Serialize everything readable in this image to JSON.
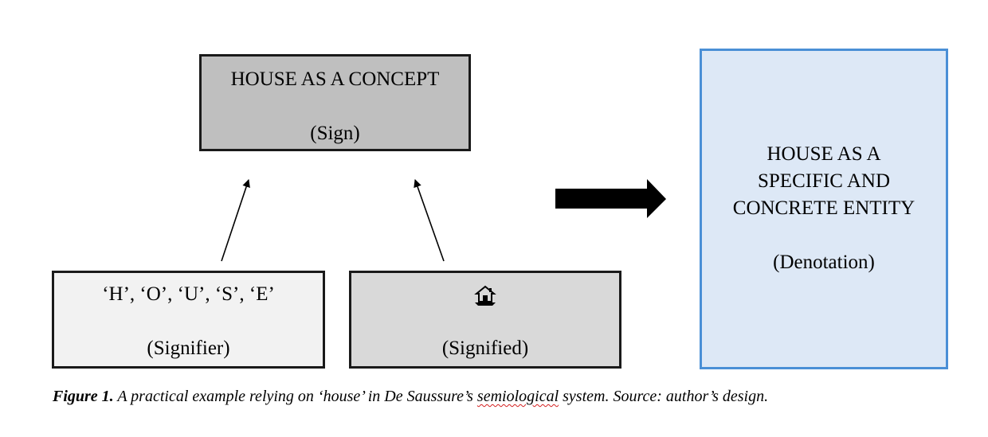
{
  "sign_box": {
    "line1": "HOUSE AS A CONCEPT",
    "line2": "(Sign)"
  },
  "signifier_box": {
    "line1": "‘H’, ‘O’, ‘U’, ‘S’, ‘E’",
    "line2": "(Signifier)",
    "fill": "#f2f2f2"
  },
  "signified_box": {
    "icon": "house-icon",
    "line2": "(Signified)",
    "fill": "#d9d9d9"
  },
  "denotation_box": {
    "line1": "HOUSE AS A",
    "line2": "SPECIFIC AND",
    "line3": "CONCRETE ENTITY",
    "line4": "(Denotation)",
    "fill": "#dde8f6",
    "border": "#4a8fd6"
  },
  "caption": {
    "label": "Figure 1.",
    "text_before": " A practical example relying on ‘house’ in De Saussure’s ",
    "flagged_word": "semiological",
    "text_after": " system. Source: author’s design."
  }
}
